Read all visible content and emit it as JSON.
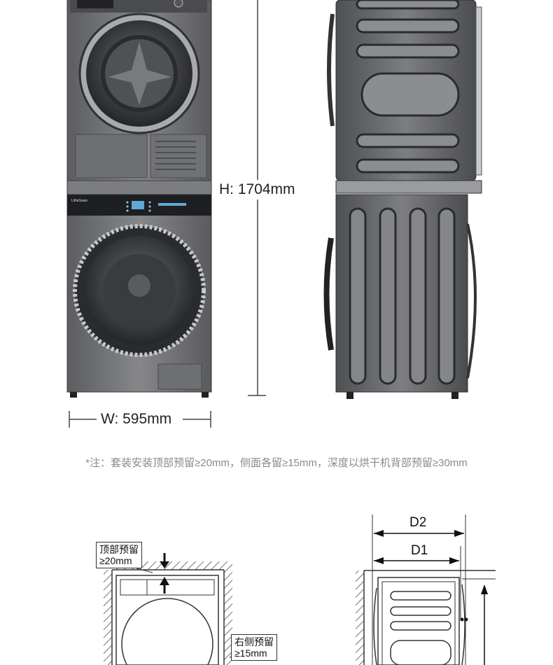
{
  "dimensions": {
    "height": "H: 1704mm",
    "width": "W: 595mm"
  },
  "note": "*注：套装安装顶部预留≥20mm，侧面各留≥15mm，深度以烘干机背部预留≥30mm",
  "diagram_left": {
    "top_callout_line1": "顶部预留",
    "top_callout_line2": "≥20mm",
    "side_callout_line1": "右侧预留",
    "side_callout_line2": "≥15mm"
  },
  "diagram_right": {
    "d2": "D2",
    "d1": "D1"
  },
  "brand_text": "LittleSwan",
  "colors": {
    "appliance": "#6a6b6e",
    "appliance_dark": "#2f3033",
    "accent": "#333333"
  }
}
